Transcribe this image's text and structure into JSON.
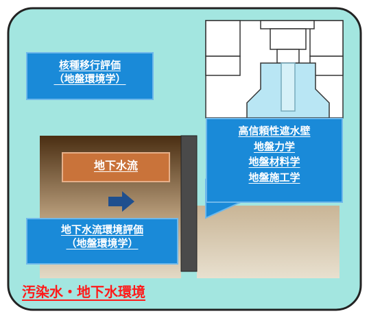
{
  "labels": {
    "nuclide_migration": [
      "核種移行評価",
      "（地盤環境学）"
    ],
    "groundwater_flow": "地下水流",
    "groundwater_env": [
      "地下水流環境評価",
      "（地盤環境学）"
    ],
    "cutoff_wall": [
      "高信頼性遮水壁",
      "地盤力学",
      "地盤材料学",
      "地盤施工学"
    ],
    "bottom_title": "汚染水・地下水環境"
  },
  "colors": {
    "background": "#a3e6e0",
    "frame": "#222222",
    "box_blue": "#1a8ad8",
    "box_orange": "#c9733a",
    "soil_dark": "#4a2e12",
    "soil_light": "#d9cdb4",
    "wall": "#4a4a4a",
    "title_red": "#ff1a1a"
  },
  "icons": {
    "flow_arrow": "arrow-right-icon"
  }
}
